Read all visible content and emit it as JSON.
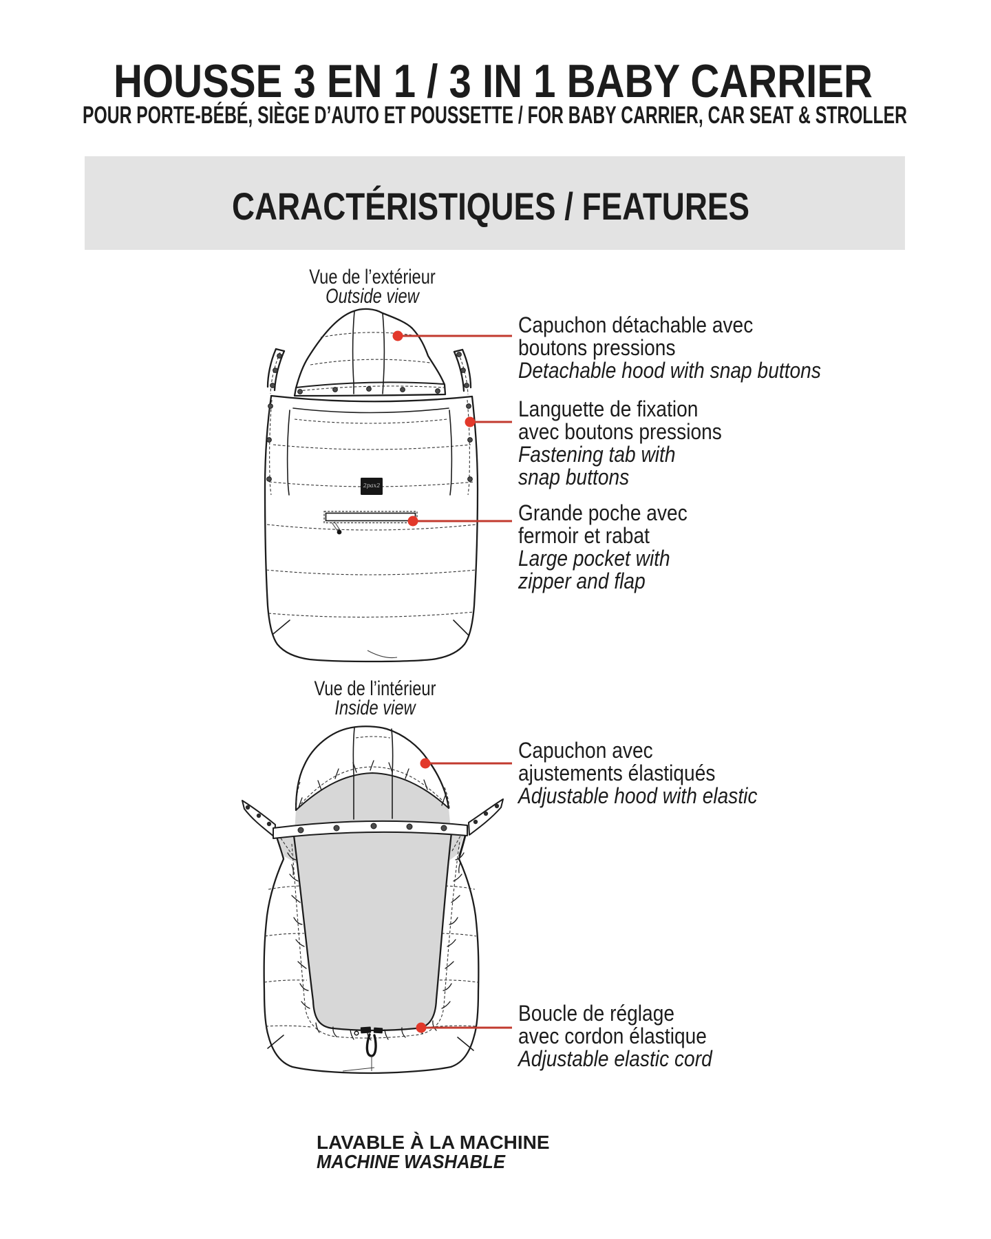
{
  "header": {
    "title": "HOUSSE 3 EN 1 / 3 IN 1 BABY CARRIER",
    "subtitle": "POUR PORTE-BÉBÉ, SIÈGE D’AUTO ET POUSSETTE / FOR BABY CARRIER, CAR SEAT & STROLLER"
  },
  "section": {
    "heading": "CARACTÉRISTIQUES / FEATURES"
  },
  "figures": [
    {
      "id": "outside-view",
      "caption_fr": "Vue de l’extérieur",
      "caption_en": "Outside view",
      "brand_label": "2pax2",
      "callouts": [
        {
          "fr": [
            "Capuchon détachable avec",
            "boutons pressions"
          ],
          "en": [
            "Detachable hood with snap buttons"
          ]
        },
        {
          "fr": [
            "Languette de fixation",
            "avec boutons pressions"
          ],
          "en": [
            "Fastening tab with",
            "snap buttons"
          ]
        },
        {
          "fr": [
            "Grande poche avec",
            "fermoir et rabat"
          ],
          "en": [
            "Large pocket with",
            "zipper and flap"
          ]
        }
      ]
    },
    {
      "id": "inside-view",
      "caption_fr": "Vue de l’intérieur",
      "caption_en": "Inside view",
      "callouts": [
        {
          "fr": [
            "Capuchon avec",
            "ajustements élastiqués"
          ],
          "en": [
            "Adjustable hood with elastic"
          ]
        },
        {
          "fr": [
            "Boucle de réglage",
            "avec cordon élastique"
          ],
          "en": [
            "Adjustable elastic cord"
          ]
        }
      ]
    }
  ],
  "footer": {
    "line_fr": "LAVABLE À LA MACHINE",
    "line_en": "MACHINE WASHABLE"
  },
  "colors": {
    "accent_red": "#e2382a",
    "line_red": "#c23a2e",
    "band_gray": "#e3e3e3",
    "panel_gray": "#d7d7d7",
    "ink": "#1c1c1c"
  }
}
